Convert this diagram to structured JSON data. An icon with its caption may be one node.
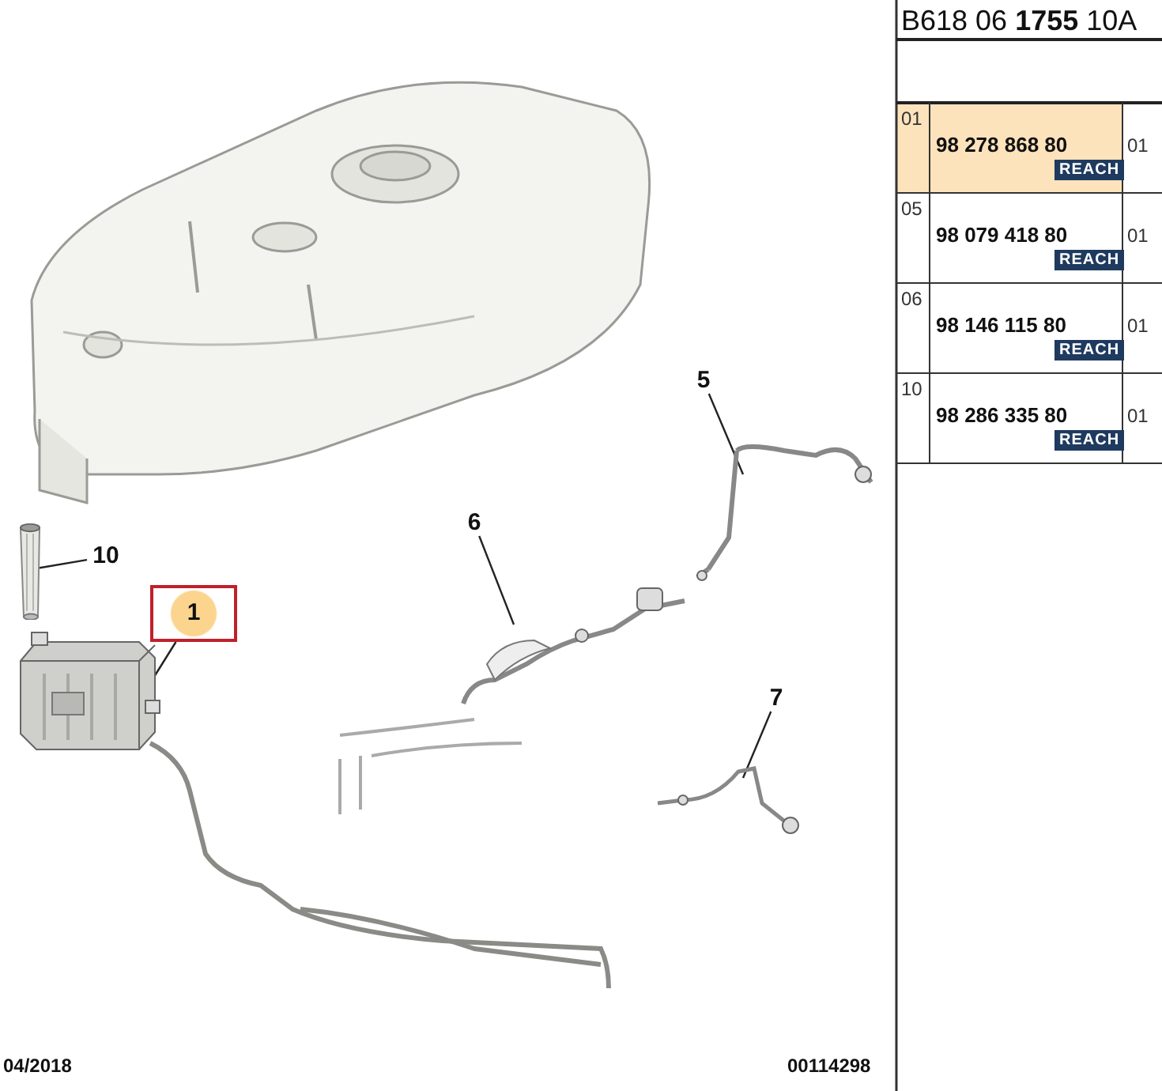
{
  "diagram": {
    "nodes": [
      {
        "text": [
          "5"
        ]
      },
      {
        "text": [],
        "shape": "picture"
      },
      {
        "text": [
          "6"
        ]
      },
      {
        "text": [],
        "shape": "picture"
      },
      {
        "text": [
          "10"
        ]
      },
      {
        "text": [],
        "shape": "picture"
      },
      {
        "text": [
          "1"
        ]
      },
      {
        "text": [],
        "shape": "picture"
      },
      {
        "text": [
          "7"
        ]
      },
      {
        "text": [],
        "shape": "picture"
      }
    ],
    "edges": [
      {
        "from": 0,
        "to": 1,
        "arrow": "none"
      },
      {
        "from": 2,
        "to": 3,
        "arrow": "none"
      },
      {
        "from": 4,
        "to": 5,
        "arrow": "none"
      },
      {
        "from": 6,
        "to": 7,
        "arrow": "none"
      },
      {
        "from": 8,
        "to": 9,
        "arrow": "none"
      }
    ],
    "labels": [
      "B618 06 **1755** 10A",
      "01",
      "98 278 868 80",
      "REACH",
      "01",
      "05",
      "98 079 418 80",
      "REACH",
      "01",
      "06",
      "98 146 115 80",
      "REACH",
      "01",
      "10",
      "98 286 335 80",
      "REACH",
      "01",
      "04/2018",
      "00114298"
    ]
  }
}
